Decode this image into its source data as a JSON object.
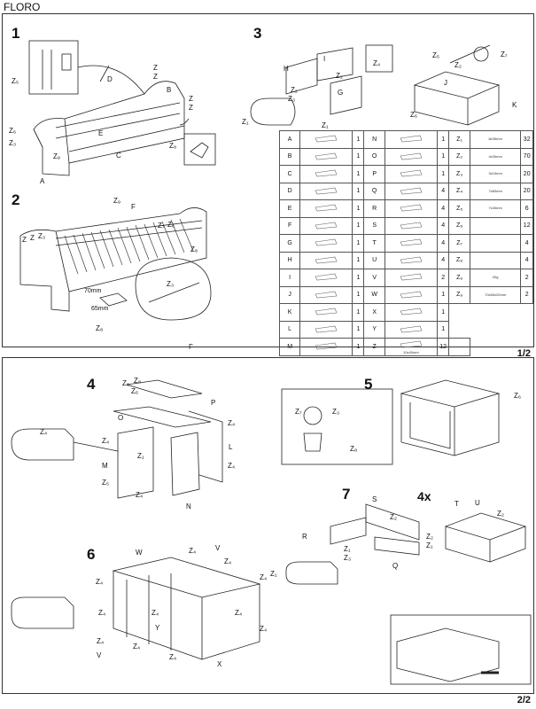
{
  "title": "FLORO",
  "pages": [
    {
      "label": "1/2"
    },
    {
      "label": "2/2"
    }
  ],
  "steps": [
    "1",
    "2",
    "3",
    "4",
    "5",
    "6",
    "7"
  ],
  "step7_multiplier": "4x",
  "labels": {
    "s1": {
      "z5a": "Z₅",
      "d": "D",
      "z1a": "Z",
      "z1b": "Z",
      "b": "B",
      "z1c": "Z",
      "z1d": "Z",
      "z6": "Z₆",
      "z3": "Z₃",
      "e": "E",
      "z9": "Z₉",
      "c": "C",
      "a": "A",
      "z8": "Z₈"
    },
    "s2": {
      "z9": "Z₉",
      "f": "F",
      "z1": "Z",
      "z2": "Z",
      "z3": "Z₃",
      "z7": "Z₇",
      "z6": "Z₆",
      "z8": "Z₈",
      "dim1": "70mm",
      "dim2": "65mm",
      "z8b": "Z₈",
      "f2": "F",
      "zc": "Z₃"
    },
    "s3": {
      "h": "H",
      "i": "I",
      "z4": "Z₄",
      "z2": "Z₂",
      "z3": "Z₃",
      "g": "G",
      "z1": "Z₁",
      "z2b": "Z₂",
      "z5": "Z₅",
      "z7": "Z₇",
      "j": "J",
      "z2c": "Z₂",
      "k": "K",
      "z1b": "Z₁",
      "z6": "Z₆"
    },
    "s4": {
      "z6": "Z₆",
      "z8": "Z₈",
      "z6b": "Z₆",
      "p": "P",
      "o": "O",
      "z4": "Z₄",
      "z4b": "Z₄",
      "l": "L",
      "m": "M",
      "z1": "Z₁",
      "z4c": "Z₄",
      "z5": "Z₅",
      "z4d": "Z₄",
      "n": "N"
    },
    "s5": {
      "z7": "Z₇",
      "z6": "Z₆",
      "z3": "Z₃",
      "z8": "Z₈"
    },
    "s6": {
      "w": "W",
      "z4": "Z₄",
      "v": "V",
      "z4b": "Z₄",
      "z4c": "Z₄",
      "z4d": "Z₄",
      "z4e": "Z₄",
      "y": "Y",
      "z4f": "Z₄",
      "z4g": "Z₄",
      "x": "X",
      "v2": "V",
      "z4h": "Z₄",
      "z4i": "Z₄",
      "z4j": "Z₄",
      "z4k": "Z₄"
    },
    "s7": {
      "s": "S",
      "z2": "Z₂",
      "r": "R",
      "z1": "Z₁",
      "z3": "Z₃",
      "q": "Q",
      "t": "T",
      "u": "U",
      "z2b": "Z₂",
      "z2c": "Z₂",
      "z1b": "Z₁",
      "z1c": "Z₁"
    }
  },
  "parts": [
    {
      "letter": "A",
      "qty": "1",
      "letter2": "N",
      "qty2": "1",
      "z": "Z₁",
      "note": "8x35mm",
      "zqty": "32"
    },
    {
      "letter": "B",
      "qty": "1",
      "letter2": "O",
      "qty2": "1",
      "z": "Z₂",
      "note": "4x30mm",
      "zqty": "70"
    },
    {
      "letter": "C",
      "qty": "1",
      "letter2": "P",
      "qty2": "1",
      "z": "Z₃",
      "note": "3x15mm",
      "zqty": "20"
    },
    {
      "letter": "D",
      "qty": "1",
      "letter2": "Q",
      "qty2": "4",
      "z": "Z₄",
      "note": "7x80mm",
      "zqty": "20"
    },
    {
      "letter": "E",
      "qty": "1",
      "letter2": "R",
      "qty2": "4",
      "z": "Z₅",
      "note": "7x40mm",
      "zqty": "6"
    },
    {
      "letter": "F",
      "qty": "1",
      "letter2": "S",
      "qty2": "4",
      "z": "Z₆",
      "note": "",
      "zqty": "12"
    },
    {
      "letter": "G",
      "qty": "1",
      "letter2": "T",
      "qty2": "4",
      "z": "Z₇",
      "note": "",
      "zqty": "4"
    },
    {
      "letter": "H",
      "qty": "1",
      "letter2": "U",
      "qty2": "4",
      "z": "Z₈",
      "note": "",
      "zqty": "4"
    },
    {
      "letter": "I",
      "qty": "1",
      "letter2": "V",
      "qty2": "2",
      "z": "Z₉",
      "note": "20g",
      "zqty": "2"
    },
    {
      "letter": "J",
      "qty": "1",
      "letter2": "W",
      "qty2": "1",
      "z": "Z₉",
      "note": "70x65x20mm",
      "zqty": "2"
    },
    {
      "letter": "K",
      "qty": "1",
      "letter2": "X",
      "qty2": "1",
      "z": "",
      "note": "",
      "zqty": ""
    },
    {
      "letter": "L",
      "qty": "1",
      "letter2": "Y",
      "qty2": "1",
      "z": "",
      "note": "",
      "zqty": ""
    },
    {
      "letter": "M",
      "qty": "1",
      "letter2": "Z",
      "qty2": "12",
      "z": "",
      "note": "",
      "zqty": "",
      "znote": "10x40mm"
    }
  ]
}
